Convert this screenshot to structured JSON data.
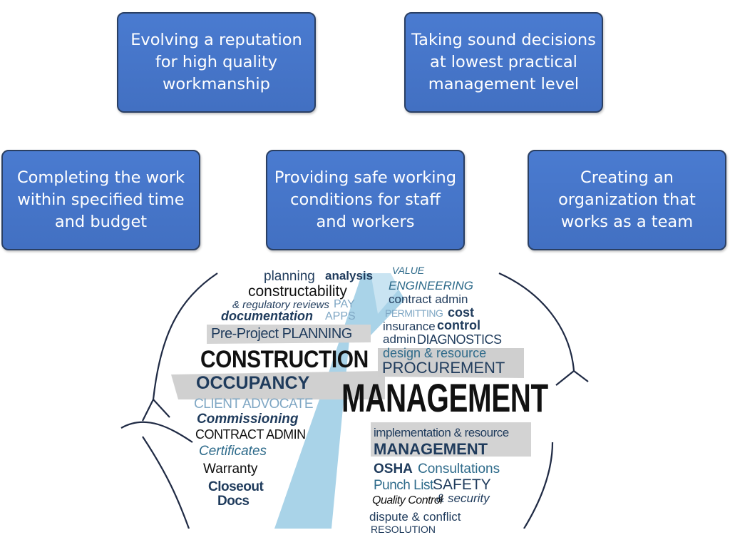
{
  "boxes": [
    {
      "lines": [
        "Evolving a reputation",
        "for high quality",
        "workmanship"
      ]
    },
    {
      "lines": [
        "Taking sound decisions",
        "at lowest practical",
        "management level"
      ]
    },
    {
      "lines": [
        "Completing the work",
        "within specified time",
        "and budget"
      ]
    },
    {
      "lines": [
        "Providing safe working",
        "conditions for staff",
        "and workers"
      ]
    },
    {
      "lines": [
        "Creating an",
        "organization that",
        "works as a team"
      ]
    }
  ],
  "cloud": {
    "left_words": [
      "planning",
      "analysis",
      "constructability",
      "& regulatory reviews",
      "PAY",
      "documentation",
      "APPS",
      "Pre-Project PLANNING",
      "CONSTRUCTION",
      "OCCUPANCY",
      "CLIENT ADVOCATE",
      "Commissioning",
      "CONTRACT ADMIN",
      "Certificates",
      "Warranty",
      "Closeout",
      "Docs"
    ],
    "right_words": [
      "VALUE",
      "ENGINEERING",
      "contract admin",
      "PERMITTING",
      "cost",
      "insurance",
      "control",
      "admin",
      "DIAGNOSTICS",
      "design & resource",
      "PROCUREMENT",
      "MANAGEMENT",
      "implementation & resource",
      "MANAGEMENT",
      "OSHA",
      "Consultations",
      "Punch List",
      "SAFETY",
      "& security",
      "Quality Control",
      "dispute & conflict",
      "RESOLUTION"
    ]
  },
  "colors": {
    "box_fill": "#4472c4",
    "box_border": "#2a3f63",
    "navy": "#1f3b5c",
    "teal": "#2d6a8a",
    "light_blue": "#a9d3e8",
    "band_gray": "#d0d0d0"
  }
}
